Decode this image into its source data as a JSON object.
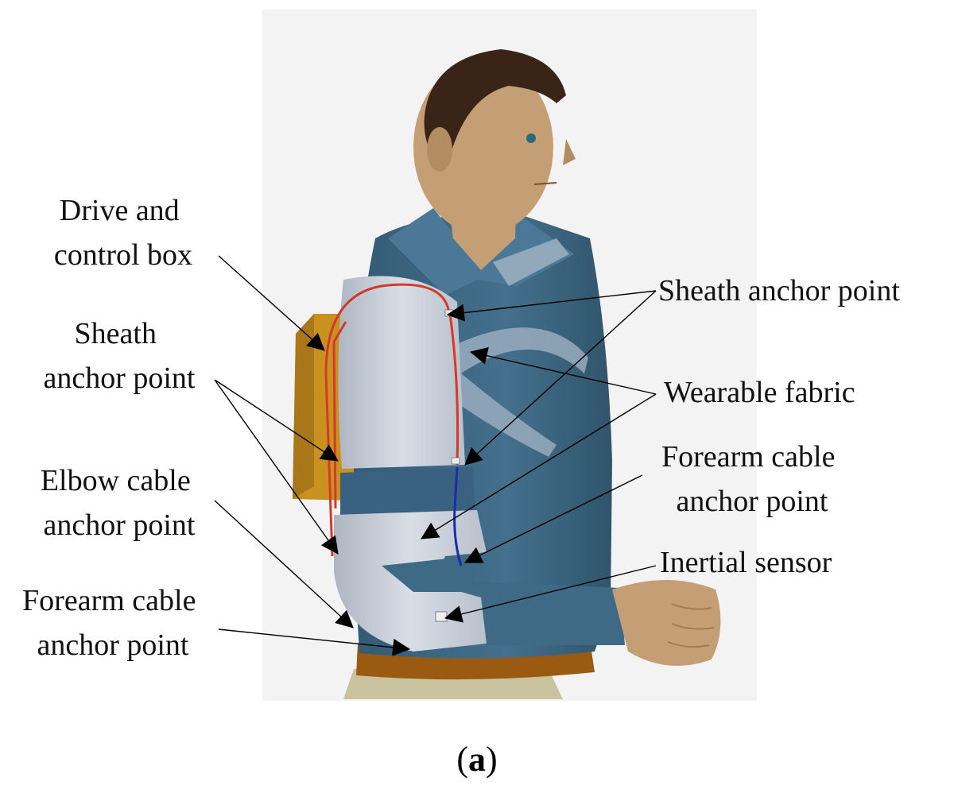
{
  "labels": {
    "drive_box": [
      "Drive and",
      "control box"
    ],
    "sheath_anchor_left": [
      "Sheath",
      "anchor point"
    ],
    "elbow_cable_anchor": [
      "Elbow cable",
      "anchor point"
    ],
    "forearm_cable_anchor_left": [
      "Forearm cable",
      "anchor point"
    ],
    "sheath_anchor_right": "Sheath anchor point",
    "wearable_fabric": "Wearable fabric",
    "forearm_cable_anchor_right": [
      "Forearm cable",
      "anchor point"
    ],
    "inertial_sensor": "Inertial sensor"
  },
  "caption": {
    "open": "(",
    "letter": "a",
    "close": ")"
  },
  "colors": {
    "shirt": "#3f6a86",
    "exo_shell": "#c9d0da",
    "skin": "#c49e74",
    "hair": "#3a2418",
    "box": "#c9921f",
    "sheath_cable": "#d33a2a",
    "elbow_cable": "#1a2bb0",
    "belt": "#9a5a12",
    "pants": "#c8c39c",
    "background": "#f3f3f3"
  }
}
